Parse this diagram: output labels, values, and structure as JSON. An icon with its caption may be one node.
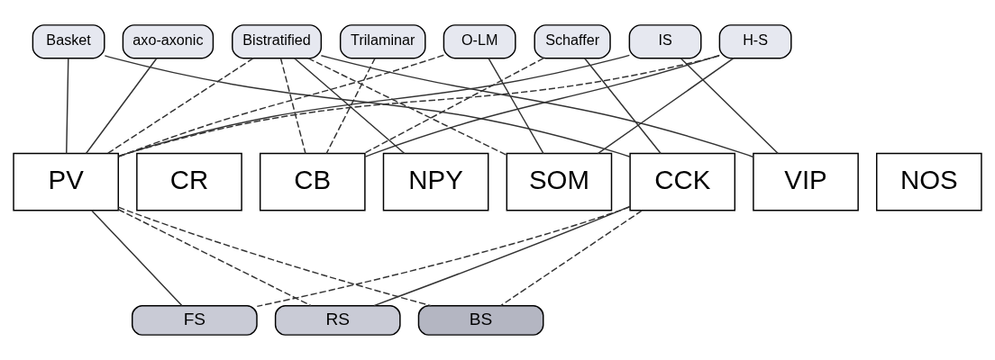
{
  "diagram": {
    "nodes": [
      {
        "text": [
          "Basket"
        ]
      },
      {
        "text": [
          "axo-axonic"
        ]
      },
      {
        "text": [
          "Bistratified"
        ]
      },
      {
        "text": [
          "Trilaminar"
        ]
      },
      {
        "text": [
          "O-LM"
        ]
      },
      {
        "text": [
          "Schaffer"
        ]
      },
      {
        "text": [
          "IS"
        ]
      },
      {
        "text": [
          "H-S"
        ]
      },
      {
        "text": [
          "PV"
        ]
      },
      {
        "text": [
          "CR"
        ]
      },
      {
        "text": [
          "CB"
        ]
      },
      {
        "text": [
          "NPY"
        ]
      },
      {
        "text": [
          "SOM"
        ]
      },
      {
        "text": [
          "CCK"
        ]
      },
      {
        "text": [
          "VIP"
        ]
      },
      {
        "text": [
          "NOS"
        ]
      },
      {
        "text": [
          "FS"
        ]
      },
      {
        "text": [
          "RS"
        ]
      },
      {
        "text": [
          "BS"
        ]
      }
    ],
    "edges": [
      {
        "from": 0,
        "to": 8,
        "arrow": "none"
      },
      {
        "from": 0,
        "to": 13,
        "arrow": "none"
      },
      {
        "from": 1,
        "to": 8,
        "arrow": "none"
      },
      {
        "from": 2,
        "to": 8,
        "arrow": "none",
        "style": "dashed"
      },
      {
        "from": 2,
        "to": 10,
        "arrow": "none",
        "style": "dashed"
      },
      {
        "from": 2,
        "to": 11,
        "arrow": "none"
      },
      {
        "from": 2,
        "to": 12,
        "arrow": "none",
        "style": "dashed"
      },
      {
        "from": 2,
        "to": 14,
        "arrow": "none"
      },
      {
        "from": 3,
        "to": 10,
        "arrow": "none",
        "style": "dashed"
      },
      {
        "from": 4,
        "to": 8,
        "arrow": "none",
        "style": "dashed"
      },
      {
        "from": 4,
        "to": 12,
        "arrow": "none"
      },
      {
        "from": 5,
        "to": 10,
        "arrow": "none",
        "style": "dashed"
      },
      {
        "from": 5,
        "to": 13,
        "arrow": "none"
      },
      {
        "from": 6,
        "to": 8,
        "arrow": "none"
      },
      {
        "from": 6,
        "to": 14,
        "arrow": "none"
      },
      {
        "from": 7,
        "to": 8,
        "arrow": "none",
        "style": "dashed"
      },
      {
        "from": 7,
        "to": 10,
        "arrow": "none"
      },
      {
        "from": 7,
        "to": 12,
        "arrow": "none"
      },
      {
        "from": 8,
        "to": 16,
        "arrow": "none"
      },
      {
        "from": 8,
        "to": 17,
        "arrow": "none",
        "style": "dashed"
      },
      {
        "from": 8,
        "to": 18,
        "arrow": "none",
        "style": "dashed"
      },
      {
        "from": 13,
        "to": 16,
        "arrow": "none",
        "style": "dashed"
      },
      {
        "from": 13,
        "to": 17,
        "arrow": "none"
      },
      {
        "from": 13,
        "to": 18,
        "arrow": "none",
        "style": "dashed"
      }
    ]
  }
}
